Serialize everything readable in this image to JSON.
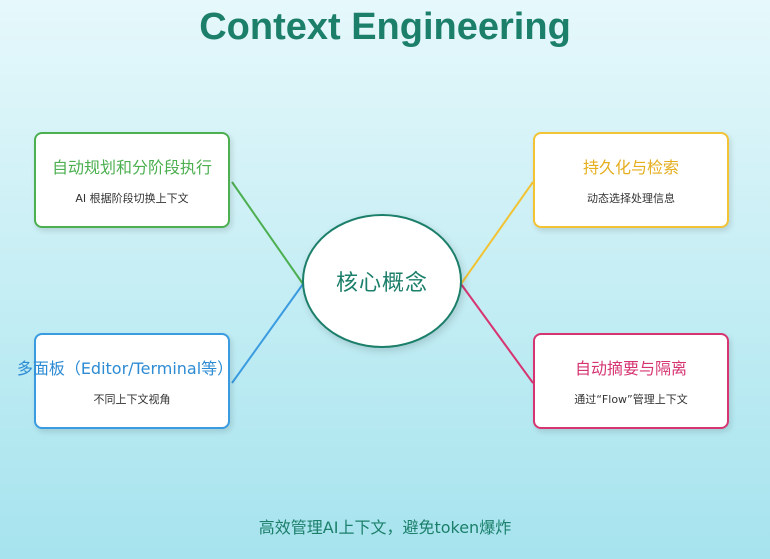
{
  "title": "Context Engineering",
  "center": {
    "label": "核心概念",
    "color": "#1b7f6a"
  },
  "cards": [
    {
      "id": "top-left",
      "title": "自动规划和分阶段执行",
      "subtitle": "AI 根据阶段切换上下文",
      "color": "#4caf50"
    },
    {
      "id": "top-right",
      "title": "持久化与检索",
      "subtitle": "动态选择处理信息",
      "color": "#f2c335"
    },
    {
      "id": "bottom-left",
      "title": "多面板（Editor/Terminal等）",
      "subtitle": "不同上下文视角",
      "color": "#3a9be0"
    },
    {
      "id": "bottom-right",
      "title": "自动摘要与隔离",
      "subtitle": "通过“Flow”管理上下文",
      "color": "#d63571"
    }
  ],
  "footer": "高效管理AI上下文，避免token爆炸"
}
